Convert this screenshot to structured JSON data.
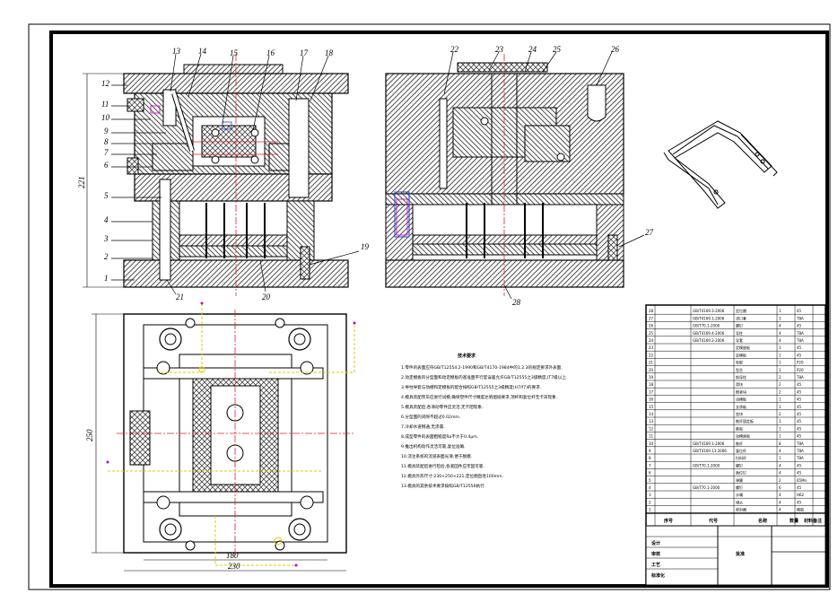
{
  "colors": {
    "line": "#000000",
    "hatch": "#333333",
    "centerline": "#e0202a",
    "magenta": "#c000c0",
    "yellow": "#e6c800",
    "blue": "#2040c0"
  },
  "callouts_front_left": [
    "1",
    "2",
    "3",
    "4",
    "5",
    "6",
    "7",
    "8",
    "9",
    "10",
    "11",
    "12",
    "13",
    "14",
    "15",
    "16",
    "17",
    "18",
    "19",
    "20",
    "21"
  ],
  "callouts_front_right": [
    "22",
    "23",
    "24",
    "25",
    "26",
    "27",
    "28"
  ],
  "dimensions": {
    "front_height": "221",
    "plan_height": "250",
    "plan_width_inner": "180",
    "plan_width_outer": "230"
  },
  "notes": {
    "title": "技术要求",
    "lines": [
      "1.零件的表面应符GB/T12554.2-1990和GB/T4170-1984中的1.2.3的规定要求外表面.",
      "2.动定模板的分型面和动定模板的基准面平行度误差允许GB/T12555之3级精度,IT7级以上.",
      "3.导柱导套与动模和定模板的配合按照GB/T12555之3级精度(H7/f7)的要求.",
      "4.模具装配完毕应进行试模,确保塑件尺寸精度达到图纸要求,顶杆和复位杆无卡滞现象.",
      "5.模具装配后,各滑动零件应灵活,无卡阻现象.",
      "6.分型面的间隙不超过0.02mm.",
      "7.冷却水道畅通,无渗漏.",
      "8.成型零件的表面粗糙度Ra不大于0.4μm.",
      "9.推出机构动作灵活可靠,复位准确.",
      "10.浇注系统的流道表面光滑,便于脱模.",
      "11.模具装配后进行检验,各紧固件应牢固可靠.",
      "12.模具外形尺寸:230×250×221,定位圈直径100mm.",
      "13.模具的其余技术要求按照GB/T12556执行."
    ]
  },
  "bom": {
    "rows": [
      {
        "code": "GB/T4169.3-2006",
        "name": "定位圈",
        "mat": "45",
        "qty": "1"
      },
      {
        "code": "GB/T4169.1-2006",
        "name": "浇口套",
        "mat": "T8A",
        "qty": "1"
      },
      {
        "code": "GB/T70.1-2000",
        "name": "螺钉",
        "mat": "45",
        "qty": "4"
      },
      {
        "code": "GB/T4169.4-2006",
        "name": "导柱",
        "mat": "T8A",
        "qty": "4"
      },
      {
        "code": "GB/T4169.2-2006",
        "name": "导套",
        "mat": "T8A",
        "qty": "4"
      },
      {
        "code": "",
        "name": "定模座板",
        "mat": "45",
        "qty": "1"
      },
      {
        "code": "",
        "name": "定模板",
        "mat": "45",
        "qty": "1"
      },
      {
        "code": "",
        "name": "型腔",
        "mat": "P20",
        "qty": "1"
      },
      {
        "code": "",
        "name": "型芯",
        "mat": "P20",
        "qty": "1"
      },
      {
        "code": "",
        "name": "斜导柱",
        "mat": "T8A",
        "qty": "2"
      },
      {
        "code": "",
        "name": "滑块",
        "mat": "45",
        "qty": "2"
      },
      {
        "code": "",
        "name": "楔紧块",
        "mat": "45",
        "qty": "2"
      },
      {
        "code": "",
        "name": "动模板",
        "mat": "45",
        "qty": "1"
      },
      {
        "code": "",
        "name": "支承板",
        "mat": "45",
        "qty": "1"
      },
      {
        "code": "",
        "name": "垫块",
        "mat": "45",
        "qty": "2"
      },
      {
        "code": "",
        "name": "推杆固定板",
        "mat": "45",
        "qty": "1"
      },
      {
        "code": "",
        "name": "推板",
        "mat": "45",
        "qty": "1"
      },
      {
        "code": "",
        "name": "动模座板",
        "mat": "45",
        "qty": "1"
      },
      {
        "code": "GB/T4169.1-2006",
        "name": "推杆",
        "mat": "T8A",
        "qty": "8"
      },
      {
        "code": "GB/T4169.13-2006",
        "name": "复位杆",
        "mat": "T8A",
        "qty": "4"
      },
      {
        "code": "",
        "name": "拉料杆",
        "mat": "T8A",
        "qty": "1"
      },
      {
        "code": "GB/T70.1-2000",
        "name": "螺钉",
        "mat": "45",
        "qty": "4"
      },
      {
        "code": "",
        "name": "限位钉",
        "mat": "45",
        "qty": "4"
      },
      {
        "code": "",
        "name": "弹簧",
        "mat": "65Mn",
        "qty": "2"
      },
      {
        "code": "GB/T70.1-2000",
        "name": "螺钉",
        "mat": "45",
        "qty": "6"
      },
      {
        "code": "",
        "name": "水嘴",
        "mat": "H62",
        "qty": "4"
      },
      {
        "code": "",
        "name": "堵头",
        "mat": "45",
        "qty": "4"
      },
      {
        "code": "",
        "name": "密封圈",
        "mat": "橡胶",
        "qty": "4"
      }
    ],
    "header": [
      "序号",
      "代号",
      "名称",
      "数量",
      "材料",
      "备注"
    ]
  },
  "title_block": {
    "cells": [
      "设计",
      "审核",
      "工艺",
      "标准化",
      "批准"
    ]
  }
}
